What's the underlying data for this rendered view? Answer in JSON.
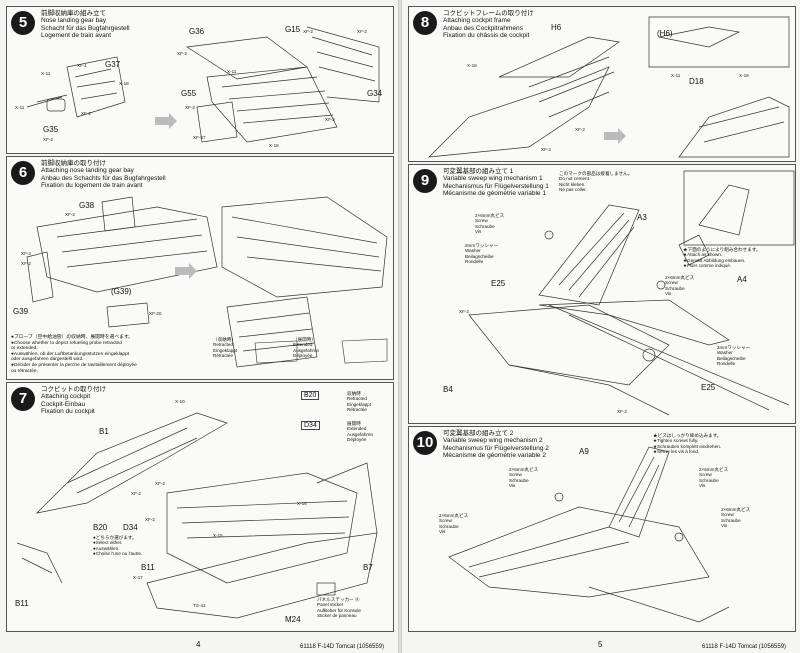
{
  "steps": {
    "s5": {
      "num": "5",
      "title": [
        "前脚収納庫の組み立て",
        "Nose landing gear bay",
        "Schacht für das Bugfahrgestell",
        "Logement de train avant"
      ],
      "labels": {
        "g36": "G36",
        "g15": "G15",
        "g37": "G37",
        "g35": "G35",
        "g55": "G55",
        "g34": "G34",
        "xf2a": "XF-2",
        "xf2b": "XF-2",
        "xf2c": "XF-2",
        "xf2d": "XF-2",
        "xf2e": "XF-2",
        "xf2f": "XF-2",
        "xf2g": "XF-2",
        "x11a": "X-11",
        "x11b": "X-11",
        "x11c": "X-11",
        "x18a": "X-18",
        "x18b": "X-18",
        "xf1": "XF-1",
        "xf57": "XF-57"
      }
    },
    "s6": {
      "num": "6",
      "title": [
        "前脚収納庫の取り付け",
        "Attaching nose landing gear bay",
        "Anbau des Schachts für das Bugfahrgestell",
        "Fixation du logement de train avant"
      ],
      "labels": {
        "g38": "G38",
        "g39": "G39",
        "g39b": "(G39)",
        "xf2a": "XF-2",
        "xf2b": "XF-2",
        "xf2c": "XF-2",
        "xf20": "XF-20"
      },
      "note": [
        "●プローブ（空中給油管）の収納時、展開時を選べます。",
        "●Choose whether to depict refueling probe retracted",
        "or extended.",
        "●Auswählen, ob der Luftbetankungsstutzen eingeklappt",
        "oder ausgefahren dargestellt wird.",
        "●Décider de présenter la perche de ravitaillement déployée",
        "ou rétractée."
      ],
      "retracted": [
        "（収納時）",
        "Retracted",
        "Eingeklappt",
        "Rétractée"
      ],
      "extended": [
        "（展開時）",
        "Extended",
        "Ausgefahren",
        "Déployée"
      ]
    },
    "s7": {
      "num": "7",
      "title": [
        "コクピットの取り付け",
        "Attaching cockpit",
        "Cockpit-Einbau",
        "Fixation du cockpit"
      ],
      "labels": {
        "b1": "B1",
        "b20": "B20",
        "d34": "D34",
        "b11a": "B11",
        "b11b": "B11",
        "b7": "B7",
        "m24": "M24",
        "x10": "X-10",
        "x16": "X-16",
        "x17": "X-17",
        "x15": "X-15",
        "ts42": "TS-42",
        "xf2a": "XF-2",
        "xf2b": "XF-2",
        "xf2c": "XF-2"
      },
      "b20box": "B20",
      "d34box": "D34",
      "b20state": [
        "収納時",
        "Retracted",
        "Eingeklappt",
        "Rétractée"
      ],
      "d34state": [
        "展開時",
        "Extended",
        "Ausgefahren",
        "Déployée"
      ],
      "choose": [
        "●どちらか選びます。",
        "●Select either.",
        "●Auswählen.",
        "●Choisir l'une ou l'autre."
      ],
      "panel": [
        "パネルステッカー Ⓐ",
        "Panel sticker",
        "Aufkleber für Konsole",
        "Sticker de panneau"
      ]
    },
    "s8": {
      "num": "8",
      "title": [
        "コクピットフレームの取り付け",
        "Attaching cockpit frame",
        "Anbau des Cockpitrahmens",
        "Fixation du châssis de cockpit"
      ],
      "labels": {
        "h6": "H6",
        "h6b": "(H6)",
        "d18": "D18",
        "x18a": "X-18",
        "x18b": "X-18",
        "x11": "X-11",
        "xf2a": "XF-2",
        "xf2b": "XF-2"
      }
    },
    "s9": {
      "num": "9",
      "title": [
        "可変翼基部の組み立て 1",
        "Variable sweep wing mechanism 1",
        "Mechanismus für Flügelverstellung 1",
        "Mécanisme de géométrie variable 1"
      ],
      "warn": [
        "このマークの部品は接着しません。",
        "Do not cement.",
        "Nicht kleben.",
        "Ne pas coller."
      ],
      "labels": {
        "a3": "A3",
        "a4": "A4",
        "b4": "B4",
        "e25a": "E25",
        "e25b": "E25",
        "xf2a": "XF-2",
        "xf2b": "XF-2"
      },
      "screw": [
        "2×6mm丸ビス",
        "Screw",
        "Schraube",
        "Vis"
      ],
      "screw2": [
        "2×6mm丸ビス",
        "Screw",
        "Schraube",
        "Vis"
      ],
      "washer": [
        "2mmワッシャー",
        "Washer",
        "Beilagscheibe",
        "Rondelle"
      ],
      "washer2": [
        "2mmワッシャー",
        "Washer",
        "Beilagscheibe",
        "Rondelle"
      ],
      "attach": [
        "★下面のようにより組み合わせます。",
        "★Attach as shown.",
        "★Gemäß Abbildung einbauen.",
        "★Fixer comme indiqué."
      ]
    },
    "s10": {
      "num": "10",
      "title": [
        "可変翼基部の組み立て 2",
        "Variable sweep wing mechanism 2",
        "Mechanismus für Flügelverstellung 2",
        "Mécanisme de géométrie variable 2"
      ],
      "tighten": [
        "★ビスはしっかり締め込みます。",
        "★Tighten screws fully.",
        "★Schrauben komplett eindrehen.",
        "★Serrer les vis à fond."
      ],
      "labels": {
        "a9": "A9"
      },
      "screwa": [
        "2×6mm丸ビス",
        "Screw",
        "Schraube",
        "Vis"
      ],
      "screwb": [
        "2×6mm丸ビス",
        "Screw",
        "Schraube",
        "Vis"
      ],
      "screwc": [
        "2×6mm丸ビス",
        "Screw",
        "Schraube",
        "Vis"
      ],
      "screwd": [
        "2×6mm丸ビス",
        "Screw",
        "Schraube",
        "Vis"
      ]
    }
  },
  "footer": {
    "left_page": "4",
    "right_page": "5",
    "left_code": "61118 F-14D Tomcat (1056559)",
    "right_code": "61118 F-14D Tomcat (1056559)"
  }
}
